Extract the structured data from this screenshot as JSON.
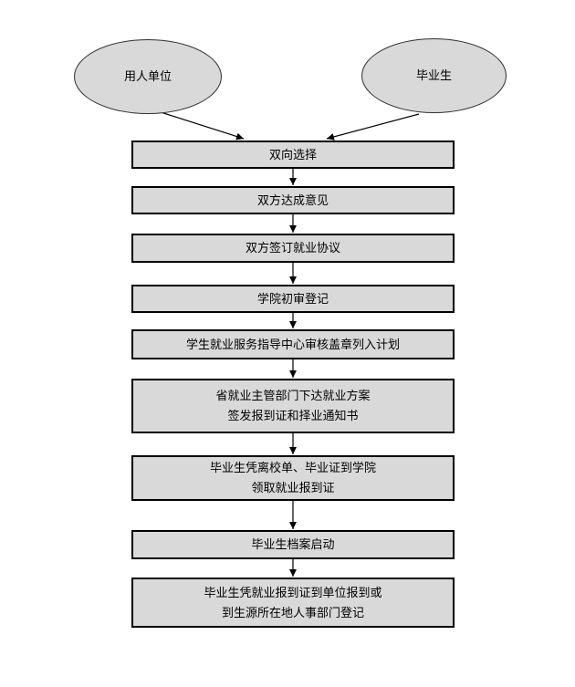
{
  "flowchart": {
    "background": "#ffffff",
    "node_fill": "#d9d9d9",
    "node_border": "#000000",
    "sources": [
      {
        "label": "用人单位"
      },
      {
        "label": "毕业生"
      }
    ],
    "steps": [
      {
        "lines": [
          "双向选择"
        ]
      },
      {
        "lines": [
          "双方达成意见"
        ]
      },
      {
        "lines": [
          "双方签订就业协议"
        ]
      },
      {
        "lines": [
          "学院初审登记"
        ]
      },
      {
        "lines": [
          "学生就业服务指导中心审核盖章列入计划"
        ]
      },
      {
        "lines": [
          "省就业主管部门下达就业方案",
          "签发报到证和择业通知书"
        ]
      },
      {
        "lines": [
          "毕业生凭离校单、毕业证到学院",
          "领取就业报到证"
        ]
      },
      {
        "lines": [
          "毕业生档案启动"
        ]
      },
      {
        "lines": [
          "毕业生凭就业报到证到单位报到或",
          "到生源所在地人事部门登记"
        ]
      }
    ]
  }
}
